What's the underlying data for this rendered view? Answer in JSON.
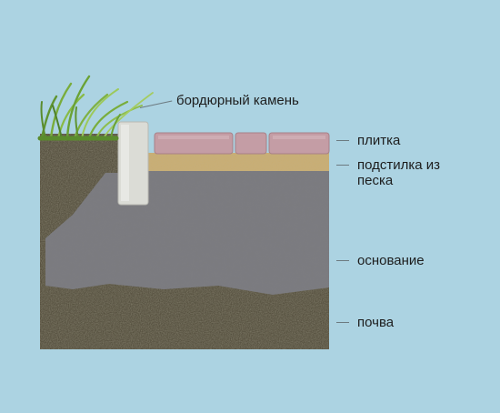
{
  "diagram": {
    "labels": {
      "curb": "бордюрный камень",
      "tile": "плитка",
      "sand": "подстилка из песка",
      "base": "основание",
      "soil": "почва"
    },
    "colors": {
      "background": "#acd3e2",
      "soil": "#4a4534",
      "gravel": "#7b7b7f",
      "sand": "#c9ad72",
      "tile": "#c49da5",
      "curb": "#dbdcd6",
      "grass": "#79ad3b"
    }
  }
}
